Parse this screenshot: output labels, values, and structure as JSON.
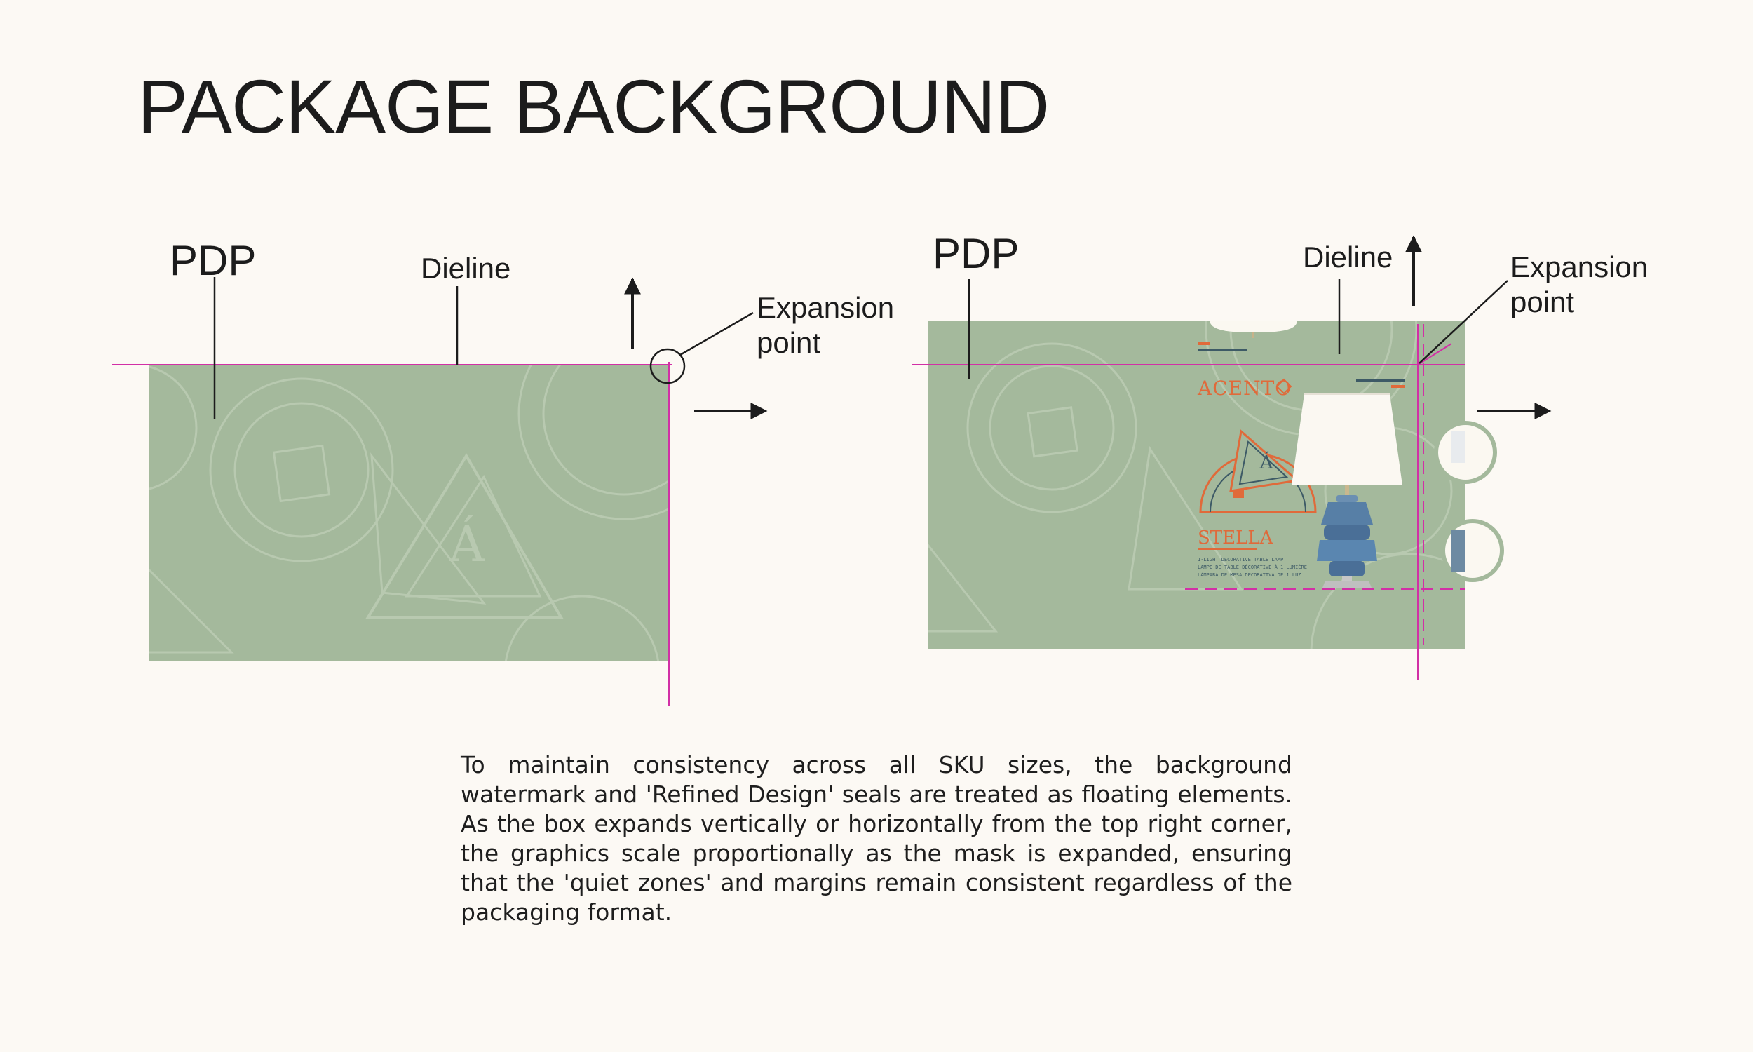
{
  "title": "PACKAGE BACKGROUND",
  "left_diagram": {
    "pdp_label": "PDP",
    "dieline_label": "Dieline",
    "expansion_label_line1": "Expansion",
    "expansion_label_line2": "point",
    "seal_center": "Á"
  },
  "right_diagram": {
    "pdp_label": "PDP",
    "dieline_label": "Dieline",
    "expansion_label_line1": "Expansion",
    "expansion_label_line2": "point",
    "brand": "ACENTO",
    "product_name": "STELLA",
    "product_line1": "1-LIGHT DECORATIVE TABLE LAMP",
    "product_line2": "LAMPE DE TABLE DÉCORATIVE À 1 LUMIÈRE",
    "product_line3": "LÁMPARA DE MESA DECORATIVA DE 1 LUZ"
  },
  "description": "To maintain consistency across  all SKU sizes, the background watermark and 'Refined Design' seals are treated as floating elements. As the box expands vertically or horizontally from the top right corner, the graphics scale proportionally as the mask is expanded, ensuring that the 'quiet zones' and margins remain consistent regardless of the packaging format.",
  "colors": {
    "background": "#fcf9f4",
    "package_green": "#a4b99c",
    "dieline_magenta": "#d22fa6",
    "watermark": "#b8c9b0",
    "accent_orange": "#e06a3a"
  }
}
